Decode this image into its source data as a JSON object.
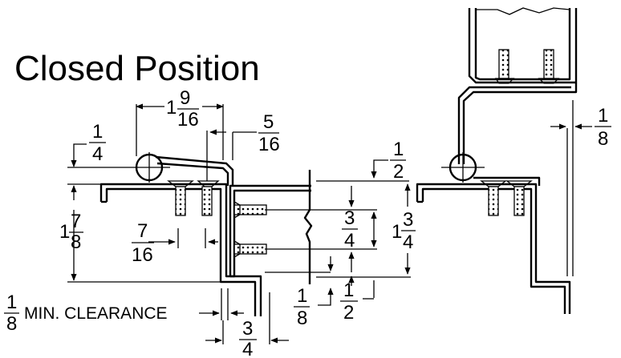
{
  "title": "Closed Position",
  "dimensions": {
    "d_1_9_16": {
      "whole": "1",
      "num": "9",
      "den": "16"
    },
    "d_5_16": {
      "num": "5",
      "den": "16"
    },
    "d_1_4": {
      "num": "1",
      "den": "4"
    },
    "d_1_7_8": {
      "whole": "1",
      "num": "7",
      "den": "8"
    },
    "d_7_16": {
      "num": "7",
      "den": "16"
    },
    "d_1_2_top": {
      "num": "1",
      "den": "2"
    },
    "d_3_4_mid": {
      "num": "3",
      "den": "4"
    },
    "d_1_3_4": {
      "whole": "1",
      "num": "3",
      "den": "4"
    },
    "d_1_8_bot": {
      "num": "1",
      "den": "8"
    },
    "d_1_2_bot": {
      "num": "1",
      "den": "2"
    },
    "d_3_4_bot": {
      "num": "3",
      "den": "4"
    },
    "d_1_8_right": {
      "num": "1",
      "den": "8"
    },
    "d_clearance": {
      "num": "1",
      "den": "8",
      "label": "MIN. CLEARANCE"
    }
  }
}
